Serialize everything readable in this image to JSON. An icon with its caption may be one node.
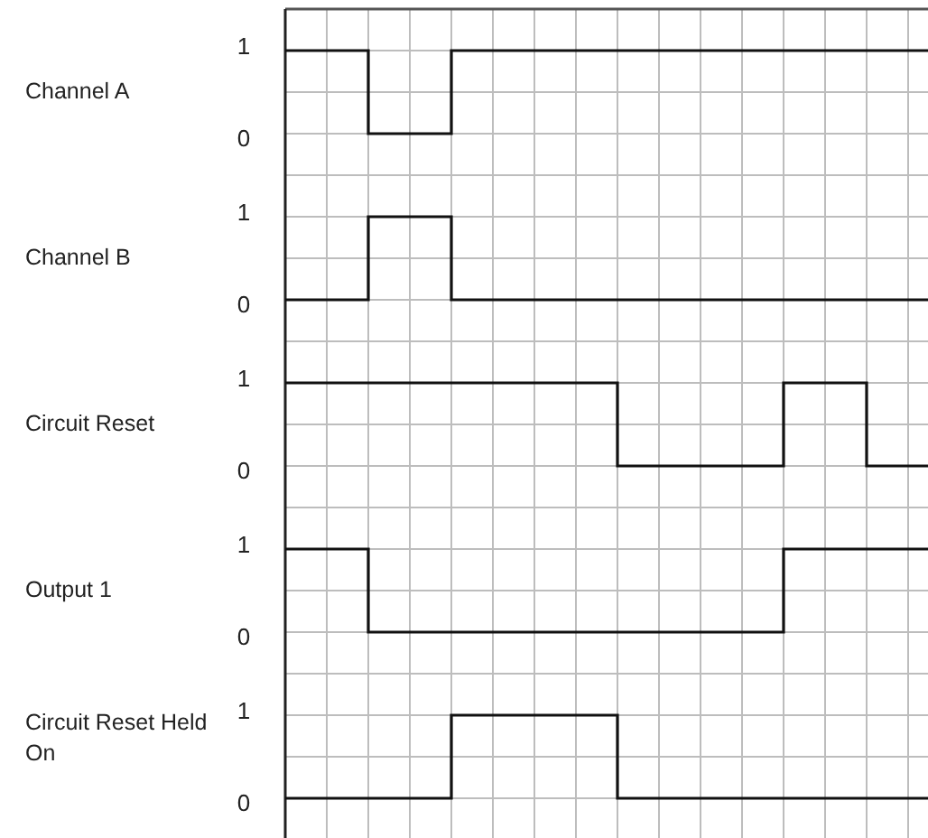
{
  "diagram": {
    "labels": [
      "Channel A",
      "1",
      "0",
      "Channel B",
      "1",
      "0",
      "Circuit Reset",
      "1",
      "0",
      "Output 1",
      "1",
      "0",
      "Circuit Reset Held On",
      "1",
      "0"
    ]
  }
}
